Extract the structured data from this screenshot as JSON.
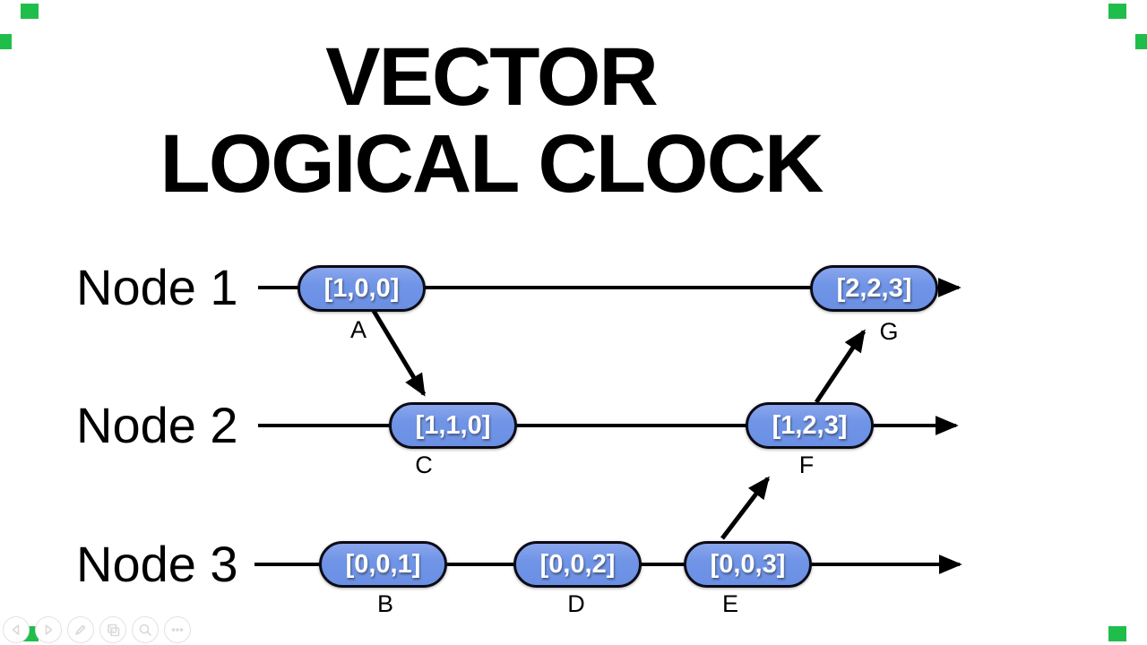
{
  "title": {
    "line1": "VECTOR",
    "line2": "LOGICAL CLOCK"
  },
  "colors": {
    "background": "#ffffff",
    "pill_fill": "#7095e7",
    "pill_fill_light": "#8aa5ec",
    "pill_border": "#0b0b16",
    "pill_text": "#ffffff",
    "line": "#000000",
    "corner_marker_green": "#1fbe4a",
    "toolbar_gray": "#d9d9d9"
  },
  "nodes": [
    {
      "label": "Node 1",
      "events": [
        {
          "id": "A",
          "clock": "[1,0,0]"
        },
        {
          "id": "G",
          "clock": "[2,2,3]"
        }
      ]
    },
    {
      "label": "Node 2",
      "events": [
        {
          "id": "C",
          "clock": "[1,1,0]"
        },
        {
          "id": "F",
          "clock": "[1,2,3]"
        }
      ]
    },
    {
      "label": "Node 3",
      "events": [
        {
          "id": "B",
          "clock": "[0,0,1]"
        },
        {
          "id": "D",
          "clock": "[0,0,2]"
        },
        {
          "id": "E",
          "clock": "[0,0,3]"
        }
      ]
    }
  ],
  "messages": [
    {
      "from": "A",
      "to": "C"
    },
    {
      "from": "E",
      "to": "F"
    },
    {
      "from": "F",
      "to": "G"
    }
  ],
  "toolbar": {
    "buttons": [
      "previous",
      "next",
      "pen",
      "frames",
      "zoom",
      "more"
    ]
  }
}
